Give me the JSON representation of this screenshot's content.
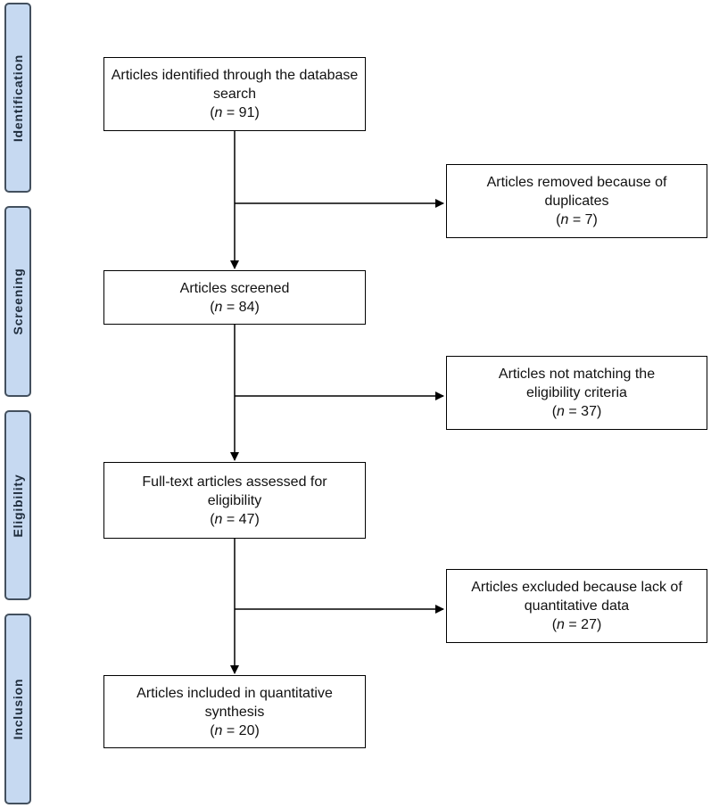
{
  "stages": [
    {
      "id": "identification",
      "label": "Identification"
    },
    {
      "id": "screening",
      "label": "Screening"
    },
    {
      "id": "eligibility",
      "label": "Eligibility"
    },
    {
      "id": "inclusion",
      "label": "Inclusion"
    }
  ],
  "main_boxes": [
    {
      "text": "Articles identified through the database search",
      "n_var": "n",
      "n_rest": " = 91)"
    },
    {
      "text": "Articles screened",
      "n_var": "n",
      "n_rest": " = 84)"
    },
    {
      "text": "Full-text articles assessed for eligibility",
      "n_var": "n",
      "n_rest": " = 47)"
    },
    {
      "text": "Articles included in quantitative synthesis",
      "n_var": "n",
      "n_rest": " = 20)"
    }
  ],
  "side_boxes": [
    {
      "text": "Articles removed because of duplicates",
      "n_var": "n",
      "n_rest": " = 7)"
    },
    {
      "text": "Articles not matching the eligibility criteria",
      "n_var": "n",
      "n_rest": " = 37)"
    },
    {
      "text": "Articles excluded because lack of quantitative data",
      "n_var": "n",
      "n_rest": " = 27)"
    }
  ],
  "colors": {
    "stage_fill": "#c6d9f1",
    "stage_border": "#43505e",
    "line": "#000000"
  }
}
